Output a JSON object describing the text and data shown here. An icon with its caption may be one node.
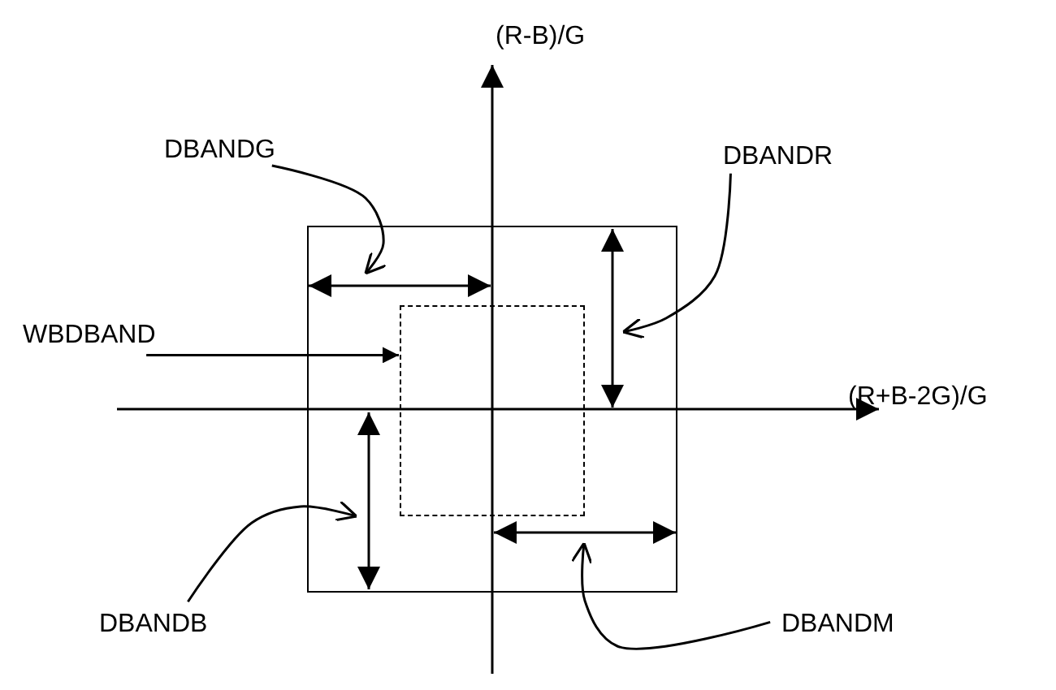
{
  "diagram": {
    "nodes": [
      {
        "text": [],
        "shape": "box"
      },
      {
        "text": [],
        "shape": "box",
        "in": 0
      },
      {
        "text": [],
        "shape": "arrow",
        "in": 0
      },
      {
        "text": [],
        "shape": "arrow",
        "in": 0
      },
      {
        "text": [],
        "shape": "arrow",
        "in": 0
      },
      {
        "text": [],
        "shape": "arrow",
        "in": 0
      },
      {
        "text": [
          "DBANDG"
        ]
      },
      {
        "text": [
          "DBANDR"
        ]
      },
      {
        "text": [
          "WBDBAND"
        ]
      },
      {
        "text": [
          "DBANDB"
        ]
      },
      {
        "text": [
          "DBANDM"
        ]
      }
    ],
    "edges": [
      {
        "from": 6,
        "to": 2,
        "arrow": "to"
      },
      {
        "from": 7,
        "to": 3,
        "arrow": "to"
      },
      {
        "from": 8,
        "to": 1,
        "arrow": "to"
      },
      {
        "from": 9,
        "to": 4,
        "arrow": "to"
      },
      {
        "from": 10,
        "to": 5,
        "arrow": "to"
      }
    ],
    "labels": [
      "(R-B)/G",
      "(R+B-2G)/G"
    ]
  }
}
